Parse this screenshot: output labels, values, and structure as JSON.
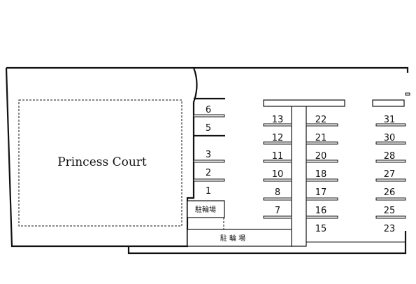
{
  "building": {
    "label": "Princess Court"
  },
  "bicycle_parking": {
    "small_label": "駐輪場",
    "large_label": "駐 輪 場"
  },
  "parking": {
    "left_column": [
      "6",
      "5",
      "3",
      "2",
      "1"
    ],
    "center_left": [
      "13",
      "12",
      "11",
      "10",
      "8",
      "7"
    ],
    "center_right": [
      "22",
      "21",
      "20",
      "18",
      "17",
      "16",
      "15"
    ],
    "right_column": [
      "31",
      "30",
      "28",
      "27",
      "26",
      "25",
      "23"
    ]
  }
}
